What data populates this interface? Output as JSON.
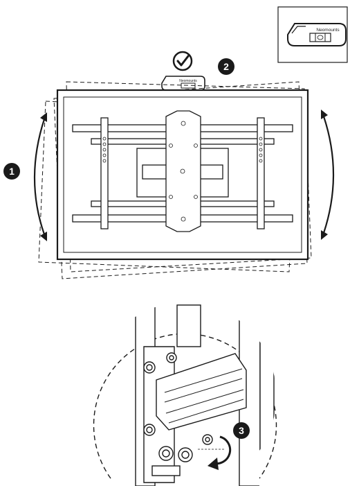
{
  "brand": "Neomounts",
  "steps": [
    {
      "number": "1",
      "meaning": "tilt"
    },
    {
      "number": "2",
      "meaning": "level"
    },
    {
      "number": "3",
      "meaning": "tighten"
    }
  ],
  "colors": {
    "line": "#1a1a1a",
    "badge_fill": "#1a1a1a",
    "badge_text": "#ffffff",
    "background": "#ffffff"
  },
  "icons": [
    "checkmark-circle-icon",
    "spirit-level-icon",
    "rotate-arrow-icon"
  ]
}
